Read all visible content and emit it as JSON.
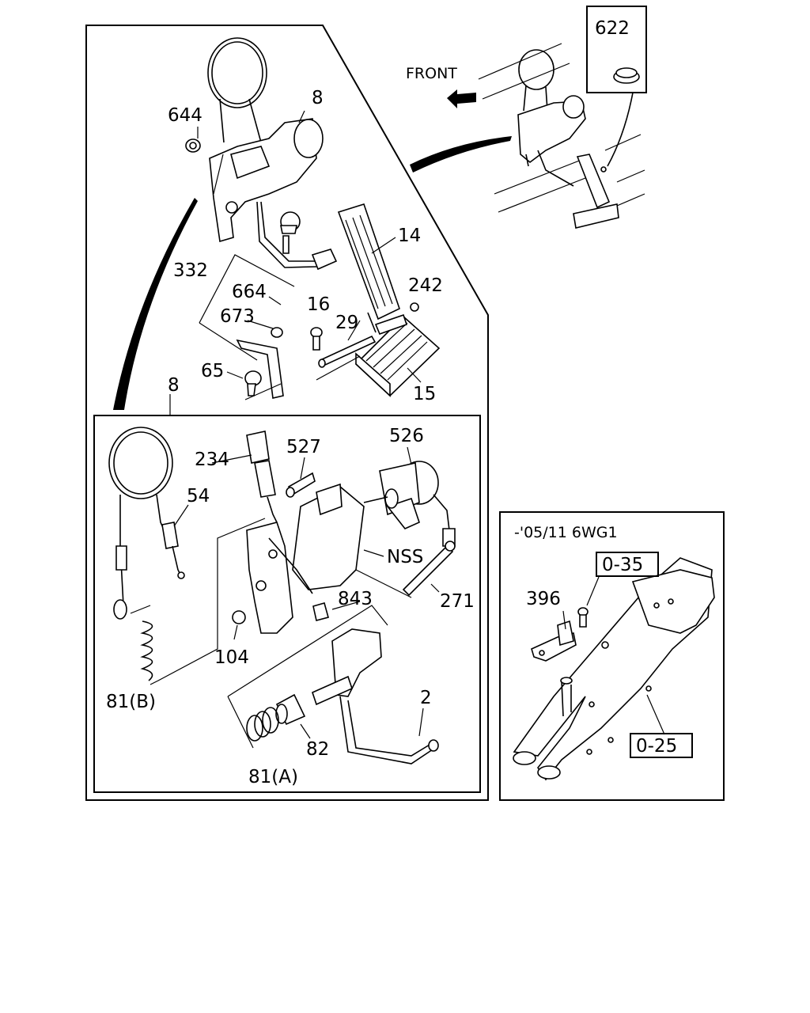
{
  "labels": {
    "p622": "622",
    "front": "FRONT",
    "p644": "644",
    "p8_top": "8",
    "p14": "14",
    "p332": "332",
    "p664": "664",
    "p673": "673",
    "p242": "242",
    "p16": "16",
    "p29": "29",
    "p65": "65",
    "p15": "15",
    "p8_mid": "8",
    "p526": "526",
    "p234": "234",
    "p527": "527",
    "p54": "54",
    "nss": "NSS",
    "p843": "843",
    "p271": "271",
    "p104": "104",
    "p81b": "81(B)",
    "p2": "2",
    "p82": "82",
    "p81a": "81(A)",
    "date_note": "-'05/11 6WG1",
    "ref035": "0-35",
    "p396": "396",
    "ref025": "0-25"
  }
}
